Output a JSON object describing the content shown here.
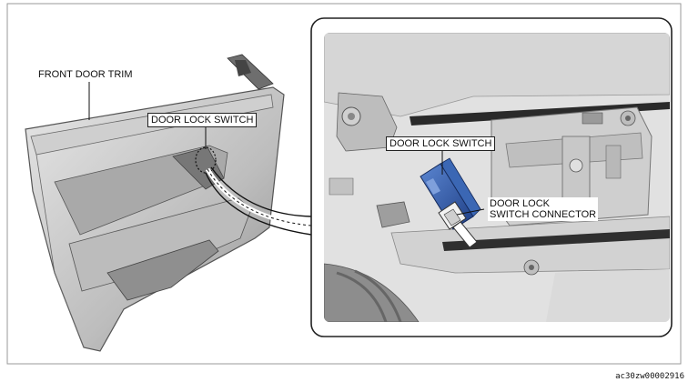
{
  "labels": {
    "front_door_trim": "FRONT DOOR TRIM",
    "door_lock_switch_left": "DOOR LOCK SWITCH",
    "door_lock_switch_detail": "DOOR LOCK SWITCH",
    "door_lock_connector_line1": "DOOR LOCK",
    "door_lock_connector_line2": "SWITCH CONNECTOR"
  },
  "figure_id": "ac30zw00002916",
  "colors": {
    "frame": "#222222",
    "panel_fill": "#dcdcdc",
    "detail_bg": "#e3e3e3",
    "switch_blue": "#2d5aa8"
  }
}
